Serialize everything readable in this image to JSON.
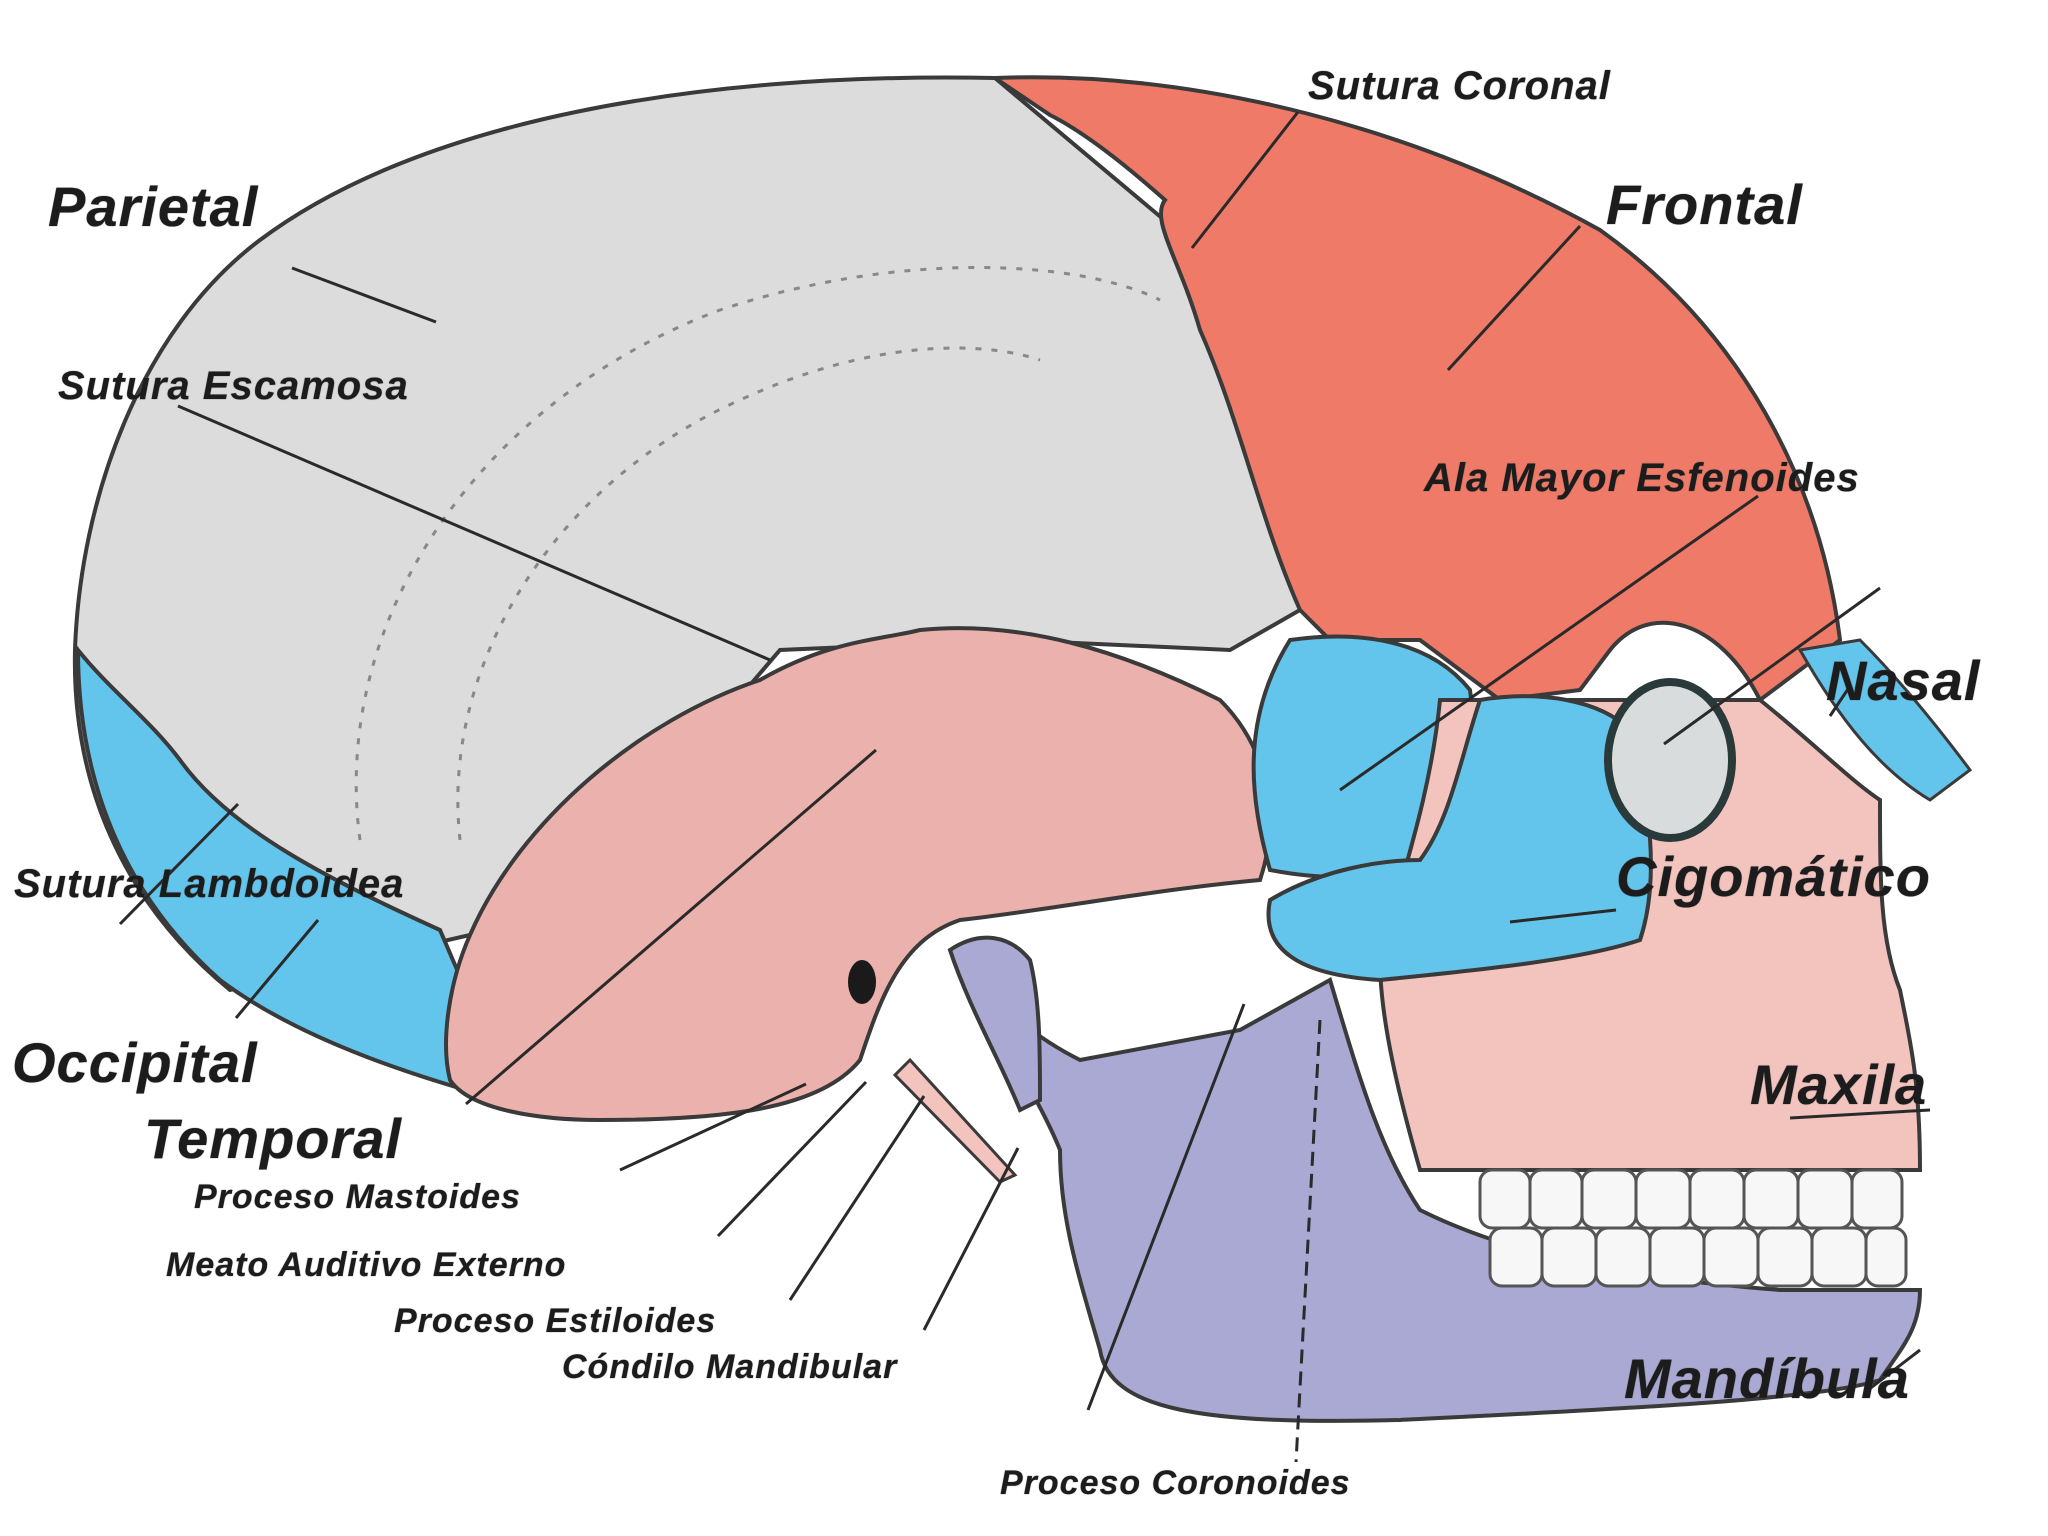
{
  "diagram": {
    "labels": {
      "sutura_coronal": "Sutura Coronal",
      "parietal": "Parietal",
      "frontal": "Frontal",
      "sutura_escamosa": "Sutura Escamosa",
      "ala_mayor_esfenoides": "Ala Mayor Esfenoides",
      "nasal": "Nasal",
      "cigomatico": "Cigomático",
      "sutura_lambdoidea": "Sutura Lambdoidea",
      "occipital": "Occipital",
      "temporal": "Temporal",
      "maxila": "Maxila",
      "proceso_mastoides": "Proceso Mastoides",
      "meato_auditivo_externo": "Meato Auditivo Externo",
      "proceso_estiloides": "Proceso Estiloides",
      "condilo_mandibular": "Cóndilo Mandibular",
      "mandibula": "Mandíbula",
      "proceso_coronoides": "Proceso Coronoides"
    },
    "colors": {
      "parietal": "#dcdcdc",
      "frontal": "#ef7a68",
      "temporal": "#ebb1ad",
      "occipital": "#63c4ec",
      "sphenoid": "#63c4ec",
      "zygomatic": "#63c4ec",
      "nasal": "#63c4ec",
      "maxilla": "#f3c3be",
      "mandible": "#a9a9d4",
      "teeth": "#f7f7f7",
      "outline": "#3a3a3a"
    }
  }
}
